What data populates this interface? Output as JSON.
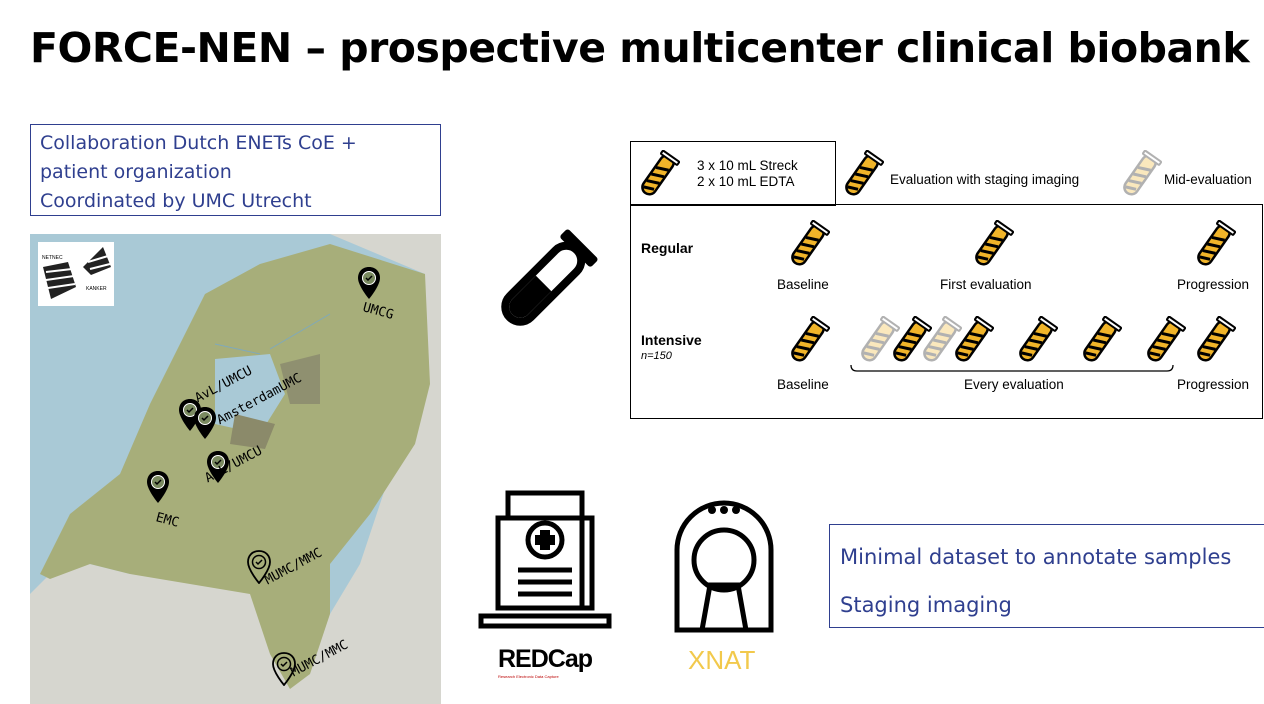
{
  "title": "FORCE-NEN – prospective multicenter clinical biobank",
  "collaboration": {
    "line1": "Collaboration Dutch ENETs CoE +",
    "line2": "patient organization",
    "line3": "Coordinated by UMC Utrecht"
  },
  "map": {
    "logo": {
      "top": "NETNEC",
      "bottom": "KANKER"
    },
    "pins": [
      {
        "label": "UMCG"
      },
      {
        "label": "AvL/UMCU"
      },
      {
        "label": "AmsterdamUMC"
      },
      {
        "label": "AvL/UMCU"
      },
      {
        "label": "EMC"
      },
      {
        "label": "MUMC/MMC"
      },
      {
        "label": "MUMC/MMC"
      }
    ]
  },
  "legend": {
    "sample_line1": "3 x 10 mL Streck",
    "sample_line2": "2 x 10 mL EDTA",
    "evaluation": "Evaluation with staging imaging",
    "mid": "Mid-evaluation"
  },
  "schedule": {
    "regular": {
      "label": "Regular",
      "baseline": "Baseline",
      "first": "First evaluation",
      "progression": "Progression"
    },
    "intensive": {
      "label": "Intensive",
      "n": "n=150",
      "baseline": "Baseline",
      "every": "Every evaluation",
      "progression": "Progression"
    }
  },
  "logos": {
    "redcap": "REDCap",
    "redcap_sub": "Research Electronic Data Capture",
    "xnat": "XNAT"
  },
  "dataset": {
    "line1": "Minimal dataset to annotate samples",
    "line2": "Staging imaging"
  },
  "colors": {
    "blue_text": "#2f3f8f",
    "tube_yellow": "#f0b429"
  }
}
